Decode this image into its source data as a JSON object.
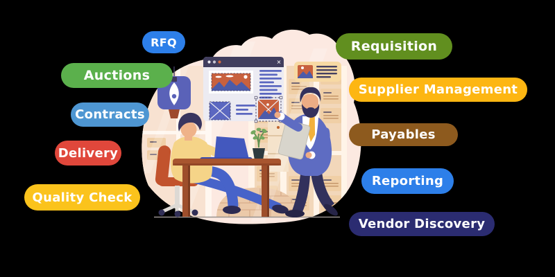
{
  "page": {
    "background_color": "#000000"
  },
  "badges": {
    "text_color": "#FFFFFF",
    "left": [
      {
        "label": "RFQ",
        "color": "#2D7FE9"
      },
      {
        "label": "Auctions",
        "color": "#5BB04C"
      },
      {
        "label": "Contracts",
        "color": "#4E96D2"
      },
      {
        "label": "Delivery",
        "color": "#E0473B"
      },
      {
        "label": "Quality Check",
        "color": "#FBC31C"
      }
    ],
    "right": [
      {
        "label": "Requisition",
        "color": "#618F1F"
      },
      {
        "label": "Supplier Management",
        "color": "#FDB612"
      },
      {
        "label": "Payables",
        "color": "#8D5A1E"
      },
      {
        "label": "Reporting",
        "color": "#2D7FE9"
      },
      {
        "label": "Vendor Discovery",
        "color": "#2B2C71"
      }
    ]
  },
  "illustration": {
    "icons": {
      "browser_close": "✕"
    },
    "palette": {
      "blob_peach": "#FCE9E1",
      "browser_header_navy": "#413E5E",
      "wireframe_indigo": "#5B67C0",
      "image_terracotta": "#C8613E",
      "desk_brown": "#A8552F",
      "chair_rust": "#C2532D",
      "sweater_yellow": "#F5D488",
      "suit_blue": "#5E6CC2",
      "pants_navy": "#32315C",
      "tie_amber": "#F2B13C",
      "plant_green": "#74A85F",
      "card_cream": "#F7D9A4",
      "pen_board_purple": "#5A62B8",
      "skin_tan": "#EDAD85"
    }
  }
}
